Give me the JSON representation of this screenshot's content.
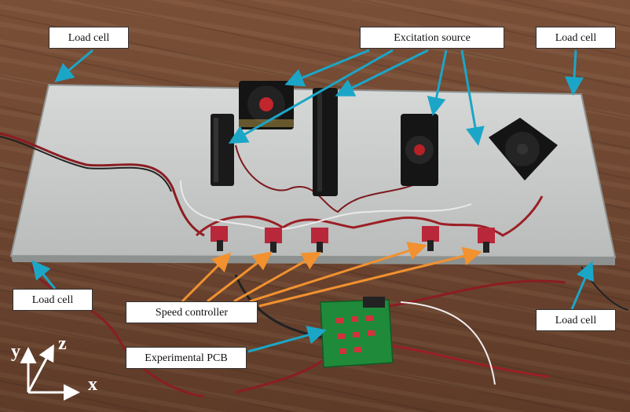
{
  "labels": {
    "load_cell_top_left": "Load cell",
    "excitation_source": "Excitation source",
    "load_cell_top_right": "Load cell",
    "load_cell_bottom_left": "Load cell",
    "speed_controller": "Speed controller",
    "experimental_pcb": "Experimental PCB",
    "load_cell_bottom_right": "Load cell"
  },
  "axes": {
    "x": "x",
    "y": "y",
    "z": "z"
  },
  "colors": {
    "cyan_arrow": "#1ba6c8",
    "orange_arrow": "#f2912f",
    "board": "#c9ccca",
    "pcb": "#1f8a3a",
    "speed_controller_board": "#b8283a"
  }
}
